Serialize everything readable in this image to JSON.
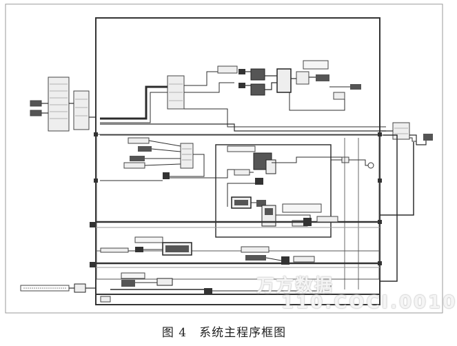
{
  "caption": "图 4　系统主程序框图",
  "watermark": {
    "line1": "万方数据",
    "line2": "110.COCI.0010"
  },
  "colors": {
    "wire": "#2b2b2b",
    "frame": "#333333",
    "node_fill": "#eeeeee",
    "node_dark": "#555555"
  }
}
